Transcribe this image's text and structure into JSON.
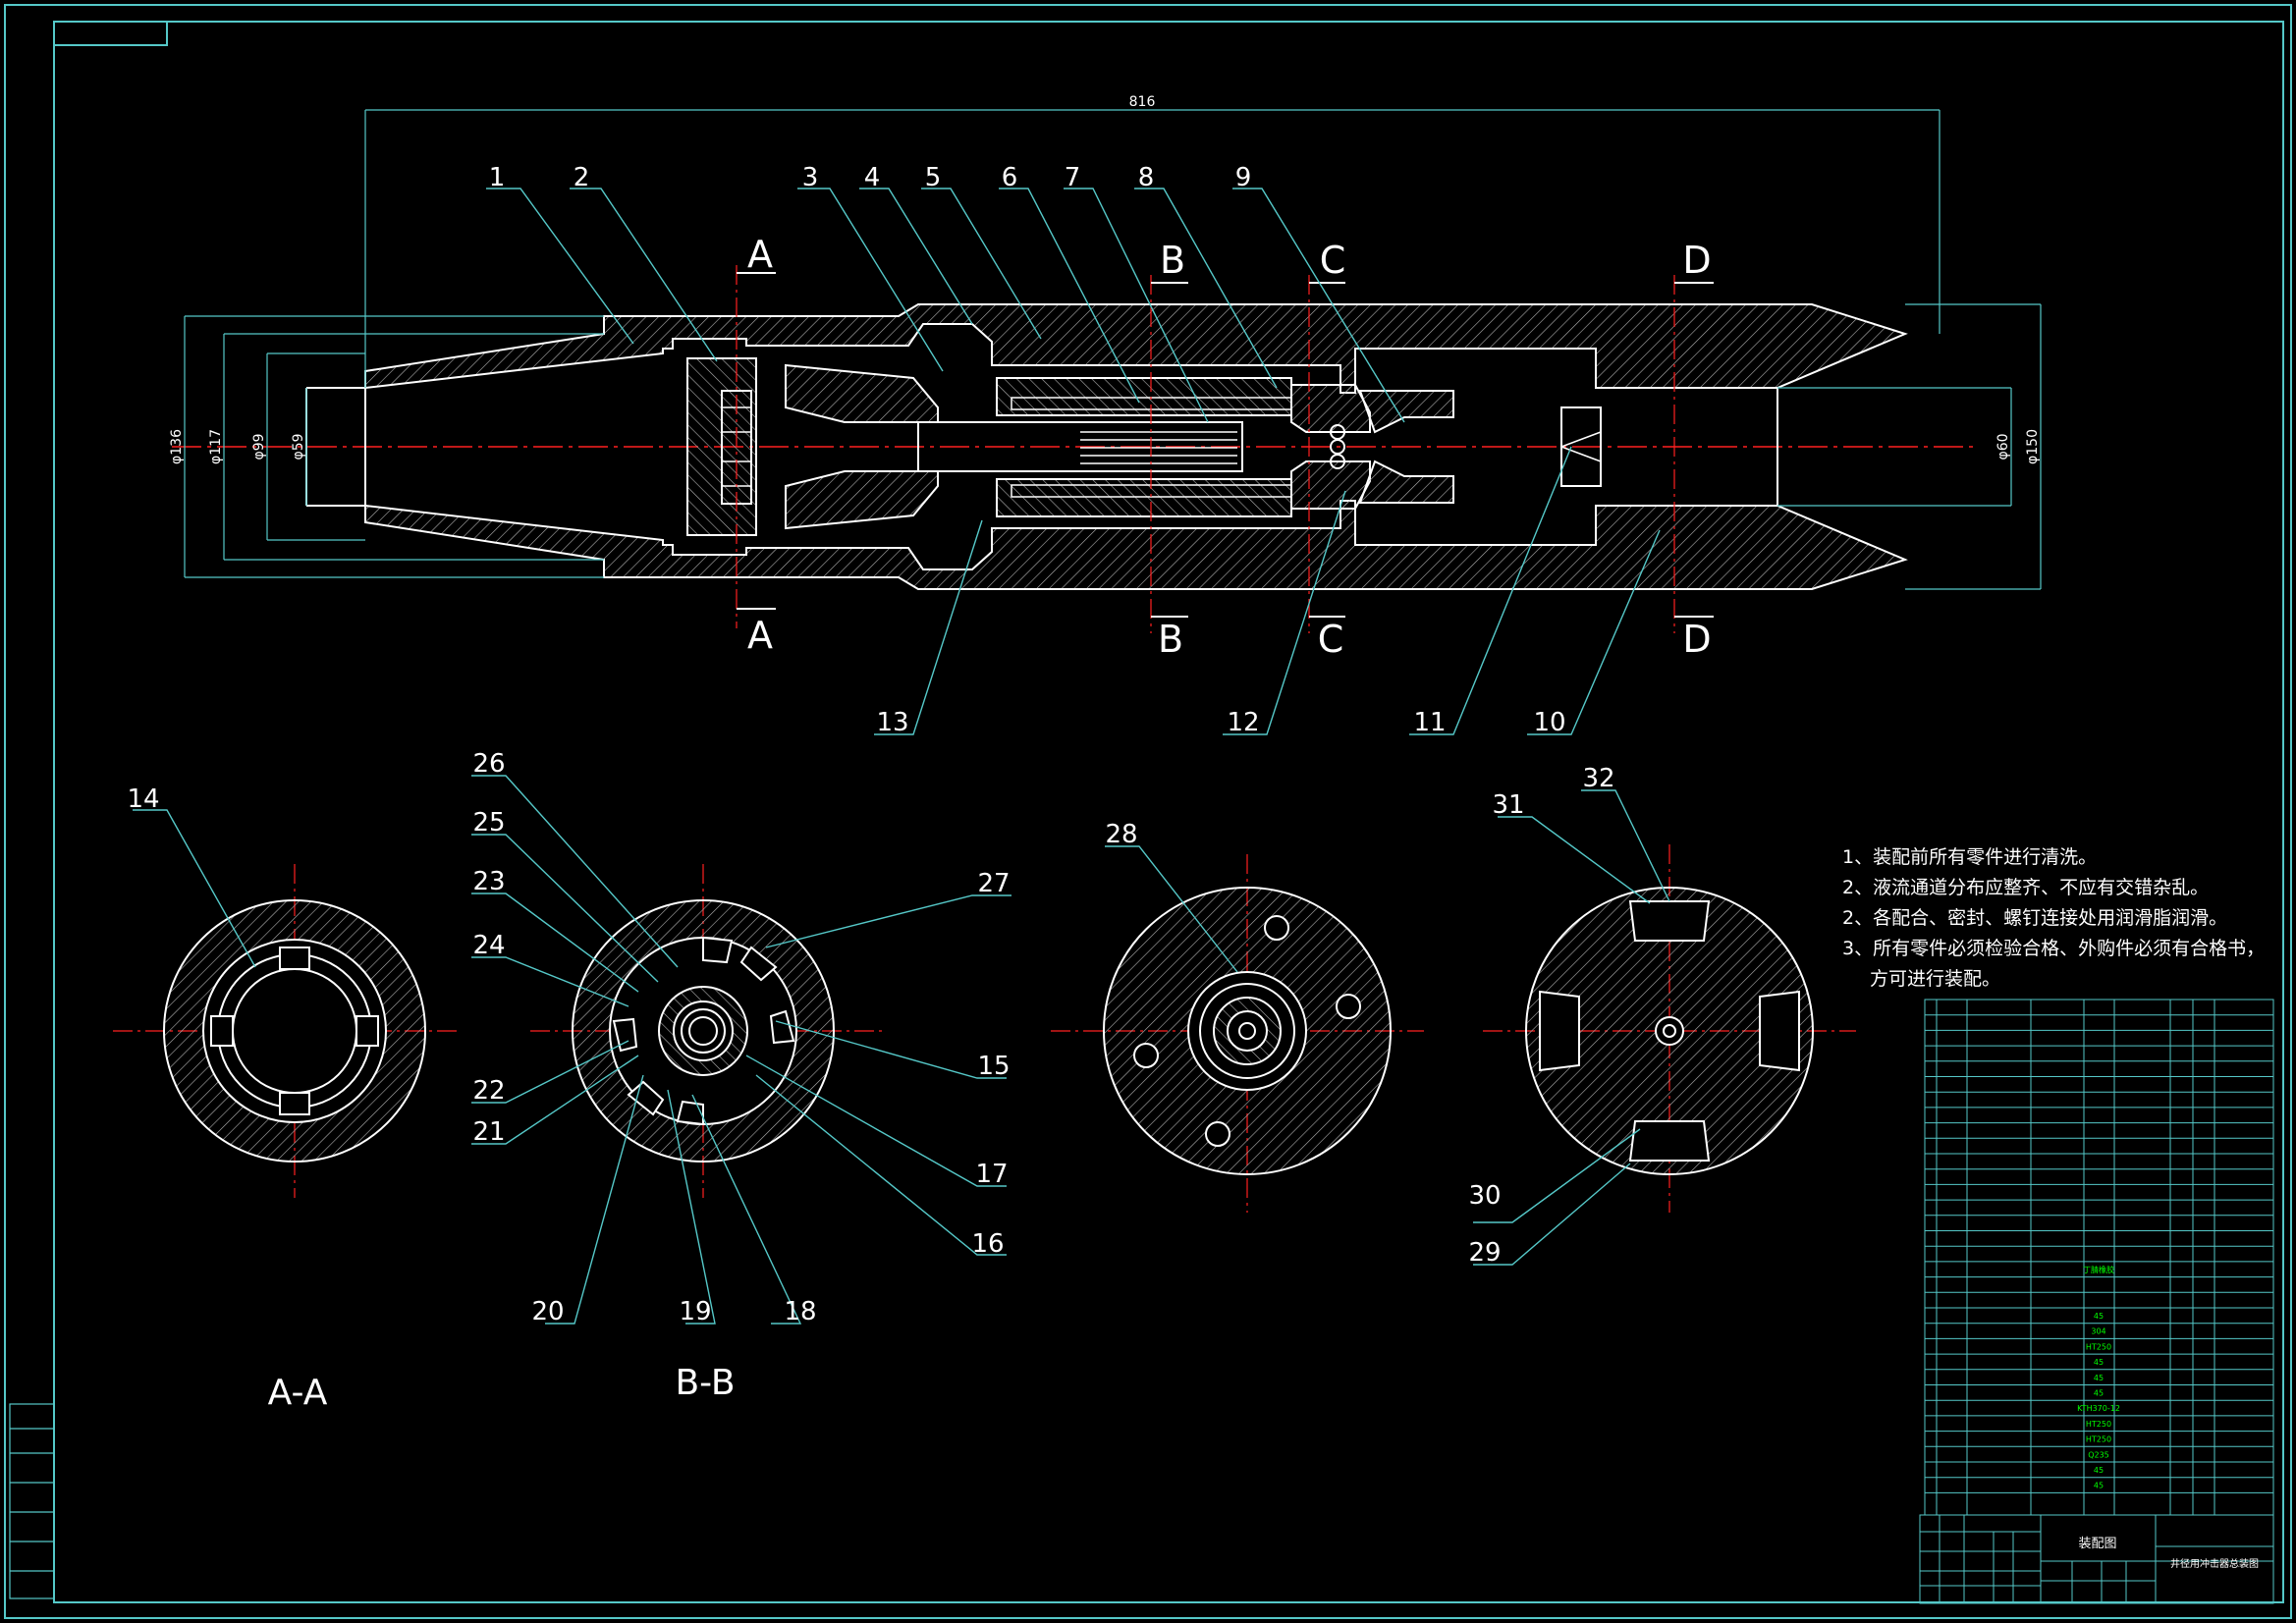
{
  "overall_dimension": "816",
  "diameter_labels": {
    "left": [
      "φ136",
      "φ117",
      "φ99",
      "φ59"
    ],
    "right": [
      "φ60",
      "φ150"
    ]
  },
  "section_cuts": [
    "A",
    "B",
    "C",
    "D"
  ],
  "section_titles": {
    "aa": "A-A",
    "bb": "B-B"
  },
  "part_callouts": [
    "1",
    "2",
    "3",
    "4",
    "5",
    "6",
    "7",
    "8",
    "9",
    "10",
    "11",
    "12",
    "13",
    "14",
    "15",
    "16",
    "17",
    "18",
    "19",
    "20",
    "21",
    "22",
    "23",
    "24",
    "25",
    "26",
    "27",
    "28",
    "29",
    "30",
    "31",
    "32"
  ],
  "notes": [
    "1、装配前所有零件进行清洗。",
    "2、液流通道分布应整齐、不应有交错杂乱。",
    "2、各配合、密封、螺钉连接处用润滑脂润滑。",
    "3、所有零件必须检验合格、外购件必须有合格书，",
    "方可进行装配。"
  ],
  "bom_materials": {
    "15": "丁腈橡胶",
    "12": "45",
    "11": "304",
    "10": "HT250",
    "9": "45",
    "8": "45",
    "7": "45",
    "6": "KTH370-12",
    "5": "HT250",
    "4": "HT250",
    "3": "Q235",
    "2": "45",
    "1": "45"
  },
  "title_block": {
    "drawing_label": "装配图",
    "drawing_name": "井径用冲击器总装图"
  },
  "colors": {
    "outline": "#ffffff",
    "section_line": "#55c8c8",
    "centerline": "#ff2020",
    "table_text": "#00ff00",
    "background": "#000000"
  }
}
